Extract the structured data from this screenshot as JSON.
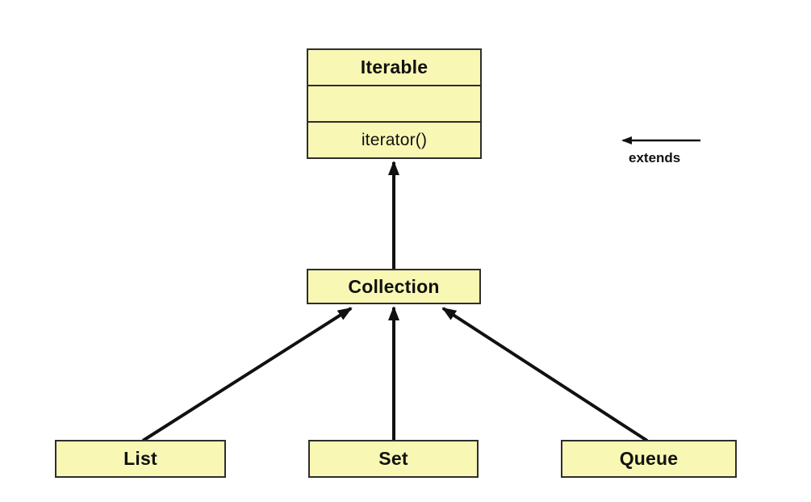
{
  "diagram": {
    "classes": {
      "iterable": {
        "name": "Iterable",
        "fields": "",
        "method": "iterator()"
      },
      "collection": {
        "name": "Collection"
      },
      "list": {
        "name": "List"
      },
      "set": {
        "name": "Set"
      },
      "queue": {
        "name": "Queue"
      }
    },
    "relationships": [
      {
        "from": "Collection",
        "to": "Iterable",
        "type": "extends"
      },
      {
        "from": "List",
        "to": "Collection",
        "type": "extends"
      },
      {
        "from": "Set",
        "to": "Collection",
        "type": "extends"
      },
      {
        "from": "Queue",
        "to": "Collection",
        "type": "extends"
      }
    ],
    "legend": {
      "label": "extends"
    }
  },
  "colors": {
    "box-fill": "#f8f8b4",
    "box-border": "#2e2e2e",
    "arrow": "#111111",
    "background": "#ffffff"
  }
}
